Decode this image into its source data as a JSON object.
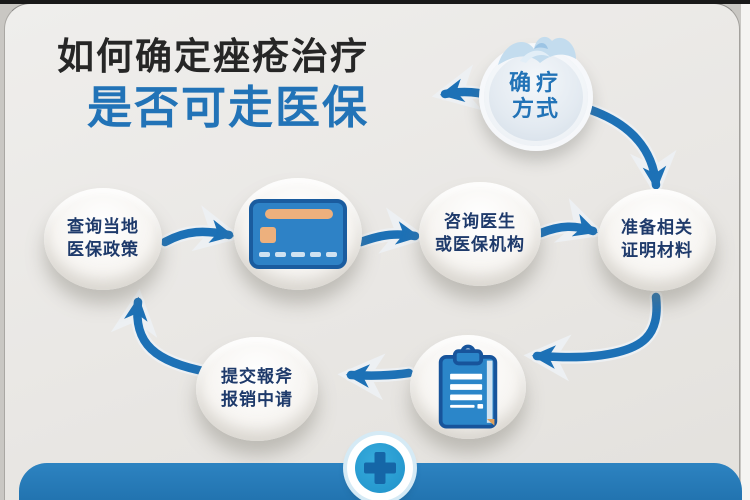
{
  "title": {
    "line1": "如何确定痤疮治疗",
    "line2": "是否可走医保"
  },
  "hub": {
    "line1": "确疗",
    "line2": "方式",
    "icon": "ribbon-icon"
  },
  "nodes": {
    "query": {
      "line1": "查询当地",
      "line2": "医保政策"
    },
    "card": {
      "icon": "insurance-card-icon"
    },
    "consult": {
      "line1": "咨询医生",
      "line2": "或医保机构"
    },
    "prepare": {
      "line1": "准备相关",
      "line2": "证明材料"
    },
    "clipboard": {
      "icon": "clipboard-icon"
    },
    "submit": {
      "line1": "提交報斧",
      "line2": "报销中请"
    }
  },
  "footer": {
    "icon": "medical-plus-icon"
  },
  "flow": [
    "确疗方式 → 标题",
    "确疗方式 → 准备相关证明材料",
    "查询当地医保政策 → 医保卡",
    "医保卡 → 咨询医生或医保机构",
    "咨询医生或医保机构 → 准备相关证明材料",
    "准备相关证明材料 → 报销单",
    "报销单 → 提交报销申请",
    "提交报销申请 → 查询当地医保政策"
  ],
  "colors": {
    "title_dark": "#262626",
    "title_blue": "#2273b7",
    "node_text_navy": "#1e3a6b",
    "arrow_blue": "#1d71b6",
    "bottom_bar_blue": "#2479b8",
    "badge_blue": "#2aa3d8",
    "card_orange": "#edb07d"
  }
}
